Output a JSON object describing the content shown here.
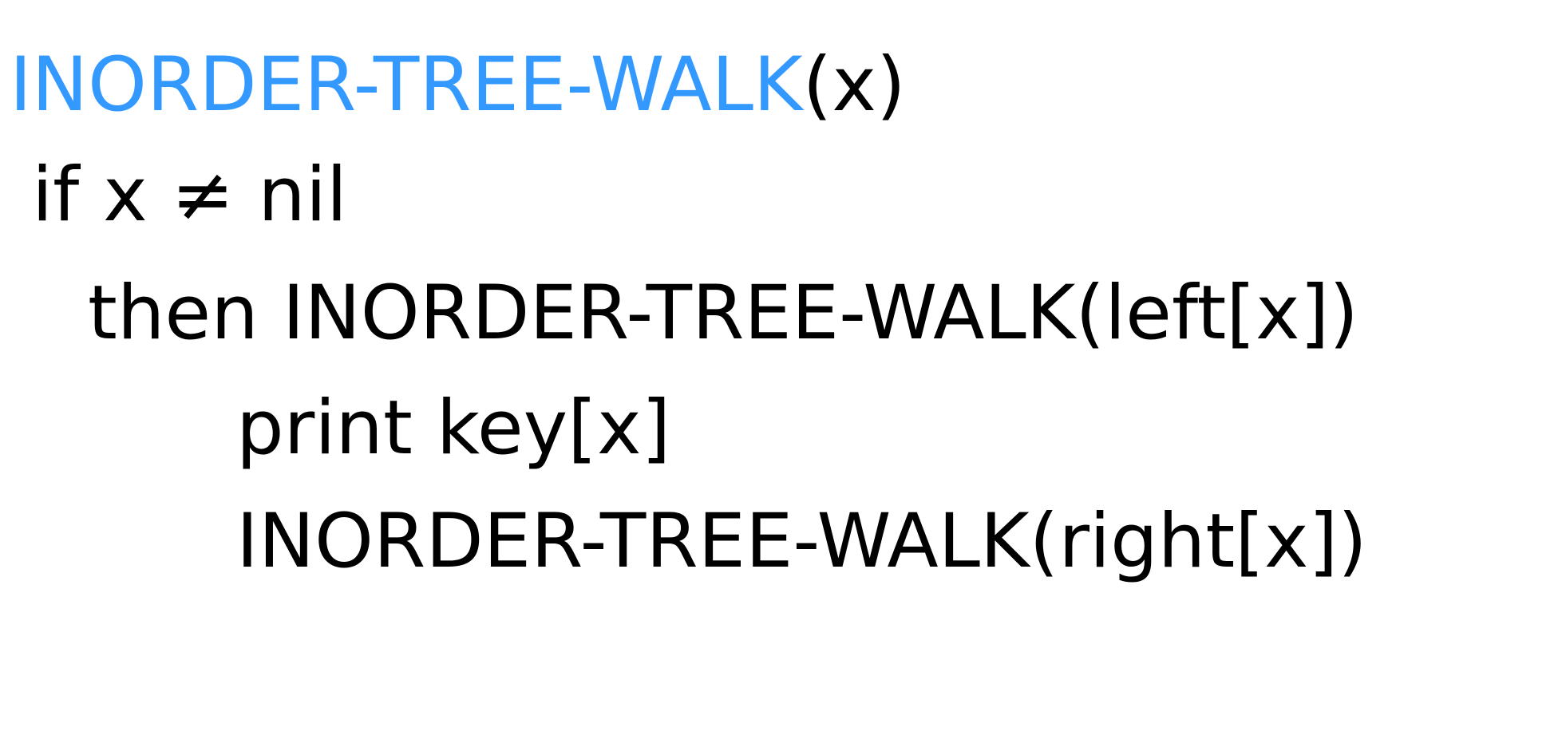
{
  "pseudocode": {
    "signature": {
      "name": "INORDER-TREE-WALK",
      "params": "(x)"
    },
    "line2": {
      "text": "if x ≠ nil"
    },
    "line3": {
      "keyword": "then",
      "call": "INORDER-TREE-WALK(left[x])"
    },
    "line4": {
      "text": "print key[x]"
    },
    "line5": {
      "call": "INORDER-TREE-WALK(right[x])"
    }
  },
  "colors": {
    "function_name": "#3399FF",
    "body_text": "#000000",
    "background": "#FFFFFF"
  }
}
